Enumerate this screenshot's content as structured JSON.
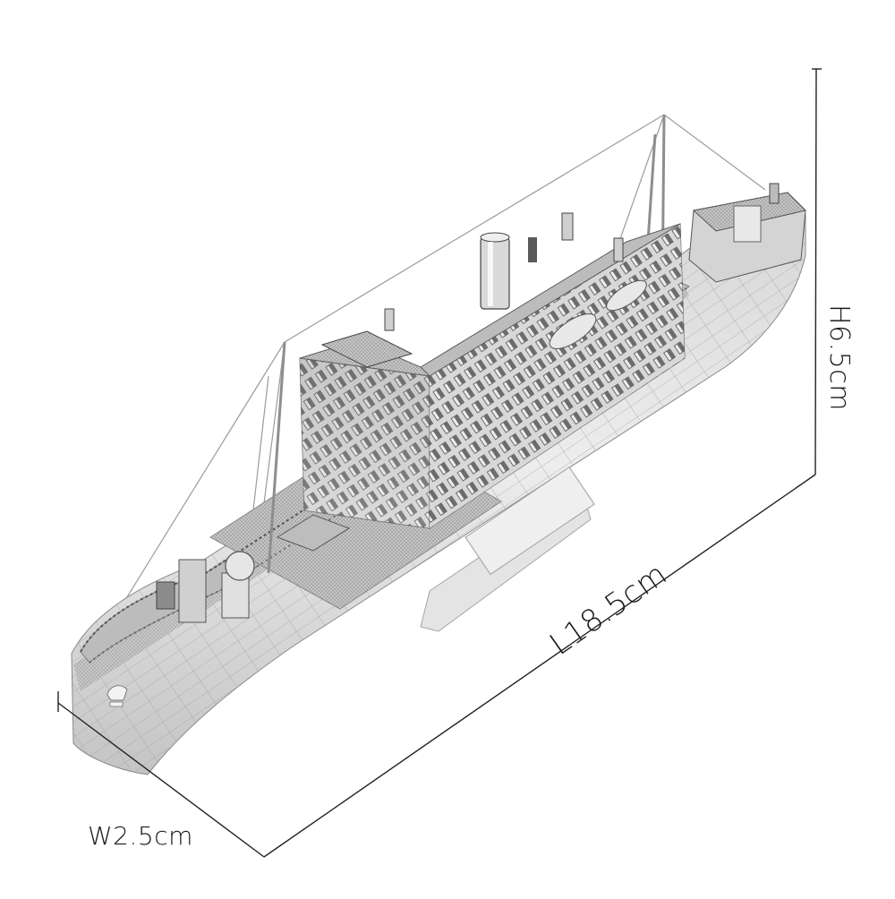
{
  "product": {
    "subject": "metal 3D model ship",
    "dimensions": {
      "height": "H6.5cm",
      "length": "L18.5cm",
      "width": "W2.5cm"
    }
  },
  "colors": {
    "background": "#ffffff",
    "dimension_line": "#222222",
    "metal_light": "#e8e8e8",
    "metal_mid": "#bdbdbd",
    "metal_dark": "#6e6e6e"
  }
}
